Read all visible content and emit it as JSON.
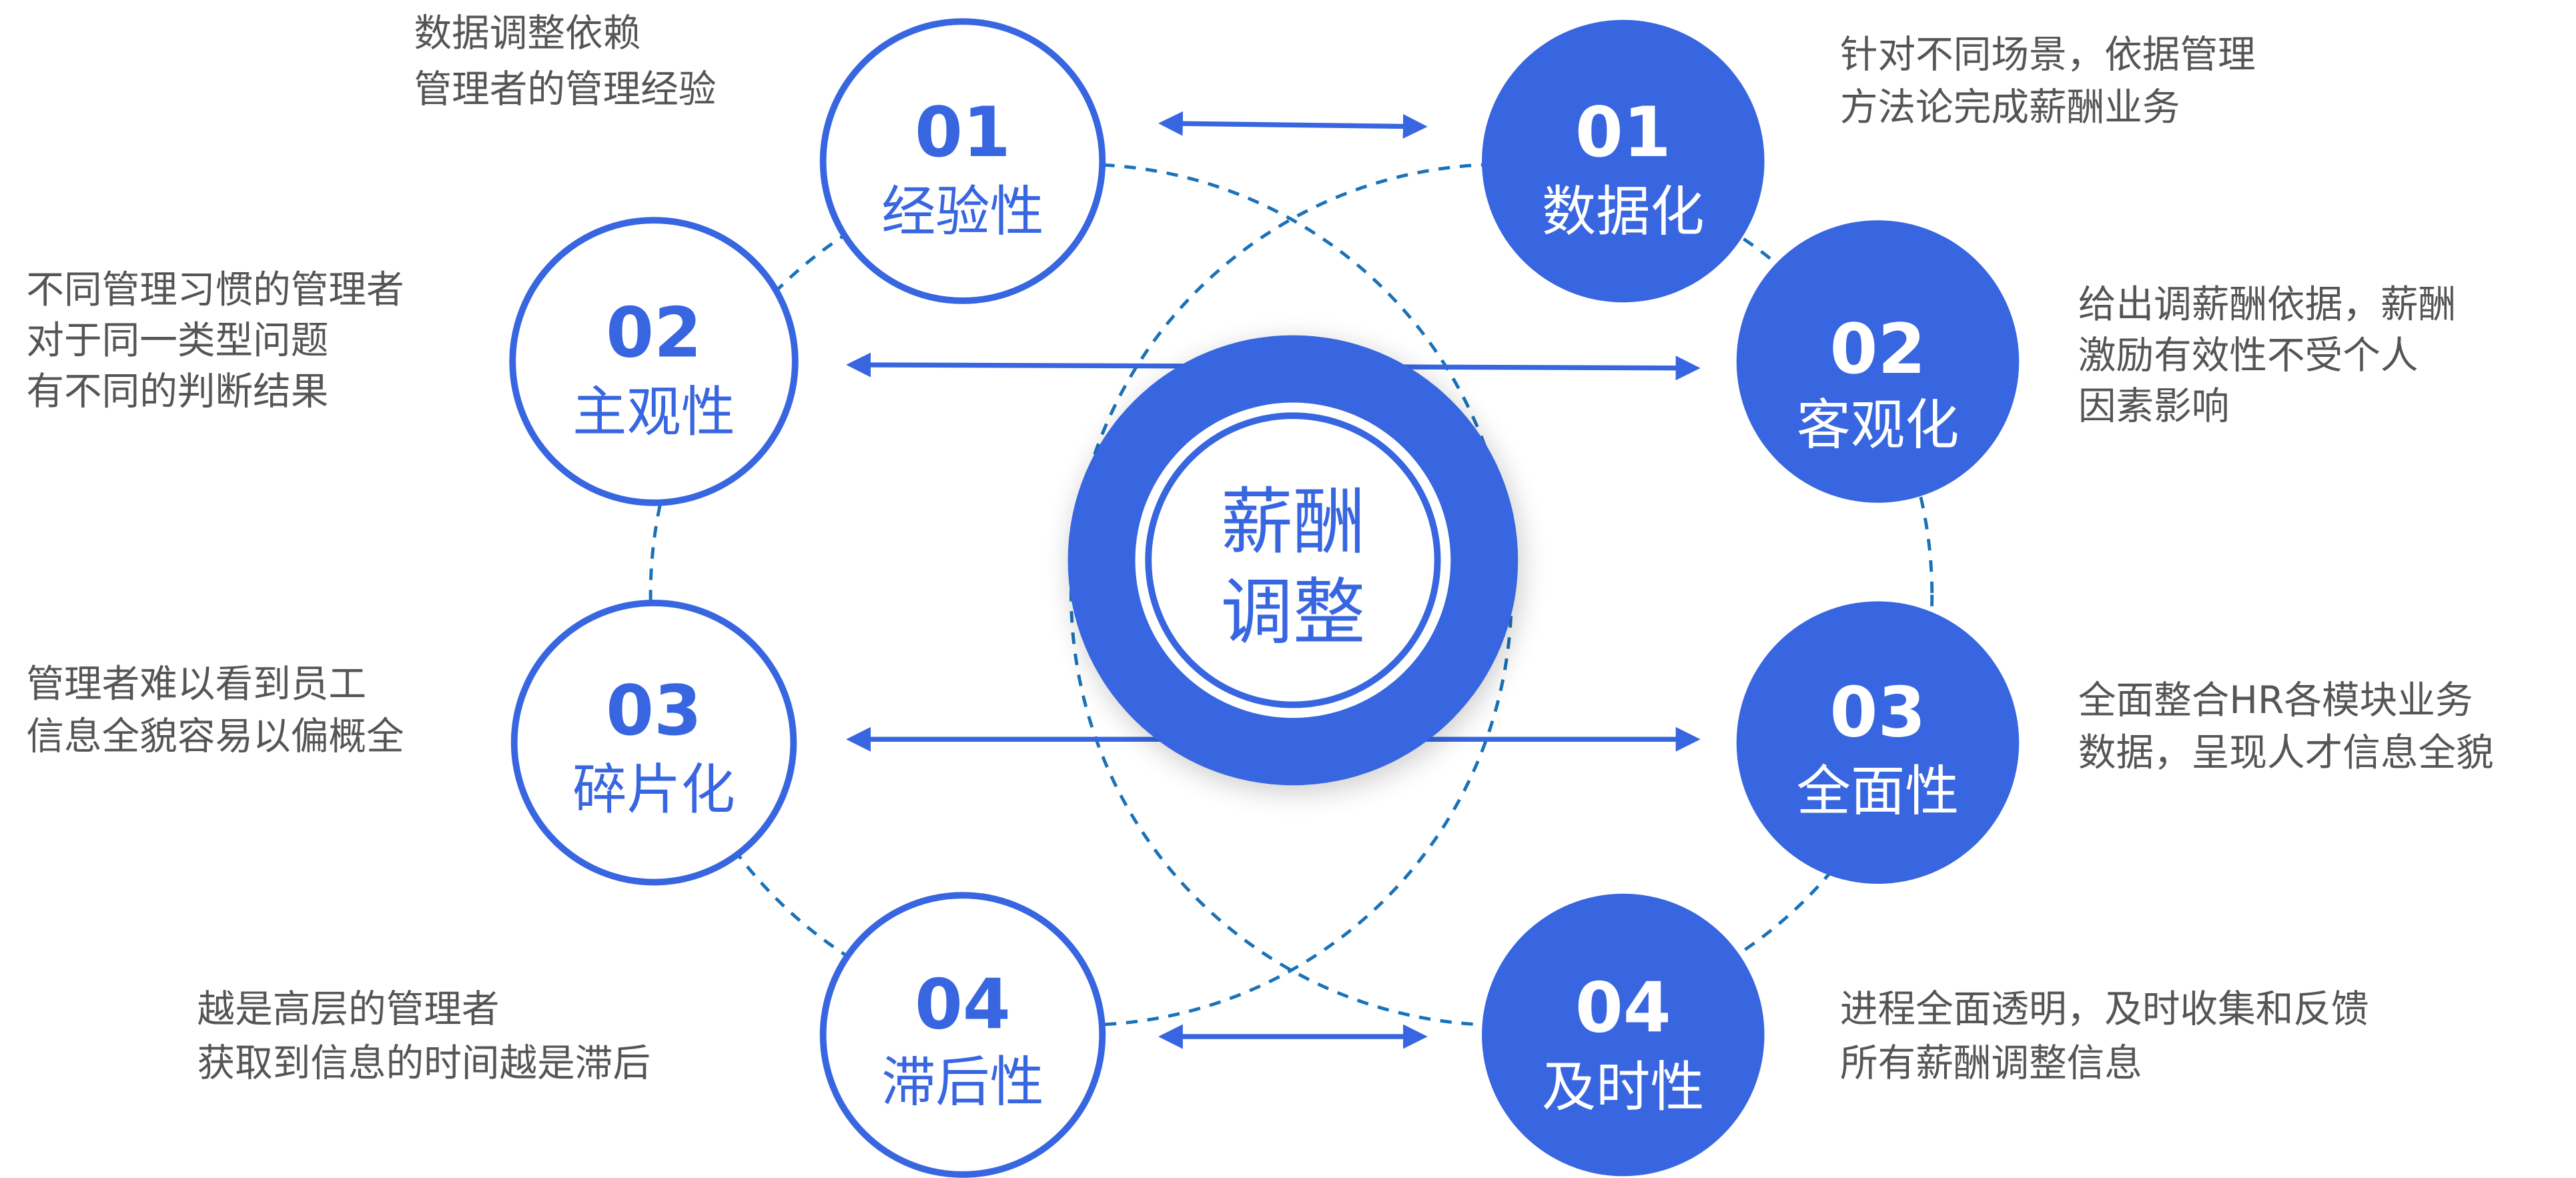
{
  "colors": {
    "accent": "#3866E0",
    "text": "#555555",
    "dashed": "#1A72B8"
  },
  "center": {
    "line1": "薪酬",
    "line2": "调整"
  },
  "left": [
    {
      "num": "01",
      "label": "经验性",
      "desc": [
        "数据调整依赖",
        "管理者的管理经验"
      ]
    },
    {
      "num": "02",
      "label": "主观性",
      "desc": [
        "不同管理习惯的管理者",
        "对于同一类型问题",
        "有不同的判断结果"
      ]
    },
    {
      "num": "03",
      "label": "碎片化",
      "desc": [
        "管理者难以看到员工",
        "信息全貌容易以偏概全"
      ]
    },
    {
      "num": "04",
      "label": "滞后性",
      "desc": [
        "越是高层的管理者",
        "获取到信息的时间越是滞后"
      ]
    }
  ],
  "right": [
    {
      "num": "01",
      "label": "数据化",
      "desc": [
        "针对不同场景，依据管理",
        "方法论完成薪酬业务"
      ]
    },
    {
      "num": "02",
      "label": "客观化",
      "desc": [
        "给出调薪酬依据，薪酬",
        "激励有效性不受个人",
        "因素影响"
      ]
    },
    {
      "num": "03",
      "label": "全面性",
      "desc": [
        "全面整合HR各模块业务",
        "数据，呈现人才信息全貌"
      ]
    },
    {
      "num": "04",
      "label": "及时性",
      "desc": [
        "进程全面透明，及时收集和反馈",
        "所有薪酬调整信息"
      ]
    }
  ]
}
